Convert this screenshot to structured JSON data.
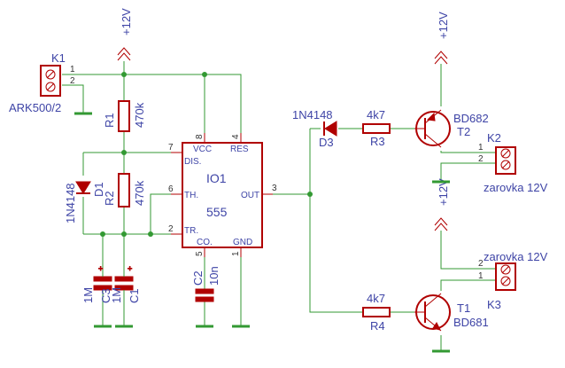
{
  "supply_label": "+12V",
  "connectors": {
    "k1": {
      "name": "K1",
      "value": "ARK500/2",
      "pin1": "1",
      "pin2": "2"
    },
    "k2": {
      "name": "K2",
      "value": "zarovka 12V",
      "pin1": "1",
      "pin2": "2"
    },
    "k3": {
      "name": "K3",
      "value": "zarovka 12V",
      "pin1": "1",
      "pin2": "2"
    }
  },
  "resistors": {
    "r1": {
      "name": "R1",
      "value": "470k"
    },
    "r2": {
      "name": "R2",
      "value": "470k"
    },
    "r3": {
      "name": "R3",
      "value": "4k7"
    },
    "r4": {
      "name": "R4",
      "value": "4k7"
    }
  },
  "diodes": {
    "d1": {
      "name": "D1",
      "value": "1N4148"
    },
    "d3": {
      "name": "D3",
      "value": "1N4148"
    }
  },
  "capacitors": {
    "c1": {
      "name": "C1",
      "value": "1M"
    },
    "c2": {
      "name": "C2",
      "value": "10n"
    },
    "c3": {
      "name": "C3",
      "value": "1M"
    }
  },
  "transistors": {
    "t1": {
      "name": "T1",
      "value": "BD681"
    },
    "t2": {
      "name": "T2",
      "value": "BD682"
    }
  },
  "ic": {
    "name": "IO1",
    "value": "555",
    "pins": {
      "vcc": "VCC",
      "res": "RES",
      "dis": "DIS.",
      "th": "TH.",
      "tr": "TR.",
      "co": "CO.",
      "gnd": "GND",
      "out": "OUT"
    },
    "pin_numbers": {
      "p1": "1",
      "p2": "2",
      "p3": "3",
      "p4": "4",
      "p5": "5",
      "p6": "6",
      "p7": "7",
      "p8": "8"
    }
  },
  "colors": {
    "wire": "#339933",
    "component": "#b00000",
    "label": "#3e44a6"
  }
}
